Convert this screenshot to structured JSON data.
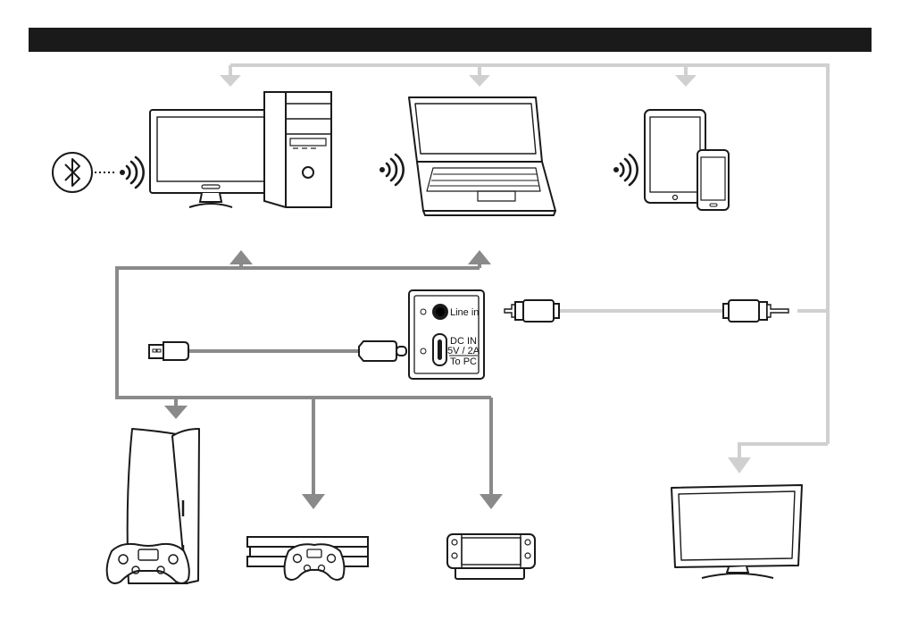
{
  "colors": {
    "header_bar": "#1a1a1a",
    "line_light": "#d0d0d0",
    "line_dark": "#8a8a8a",
    "device_stroke": "#1a1a1a"
  },
  "wireless_devices": [
    {
      "name": "desktop-pc"
    },
    {
      "name": "laptop"
    },
    {
      "name": "tablet-and-phone"
    }
  ],
  "wired_devices": [
    {
      "name": "playstation-5"
    },
    {
      "name": "playstation-4-pro"
    },
    {
      "name": "nintendo-switch"
    },
    {
      "name": "television"
    }
  ],
  "icons": {
    "bluetooth": "bluetooth-icon",
    "wireless": "wireless-signal-icon",
    "usb_a": "usb-a-plug-icon",
    "usb_c": "usb-c-plug-icon",
    "aux": "aux-3.5mm-plug-icon"
  },
  "port_panel": {
    "line_in": "Line in",
    "dc_in": "DC IN",
    "power_spec": "5V / 2A",
    "to_pc": "To PC"
  }
}
